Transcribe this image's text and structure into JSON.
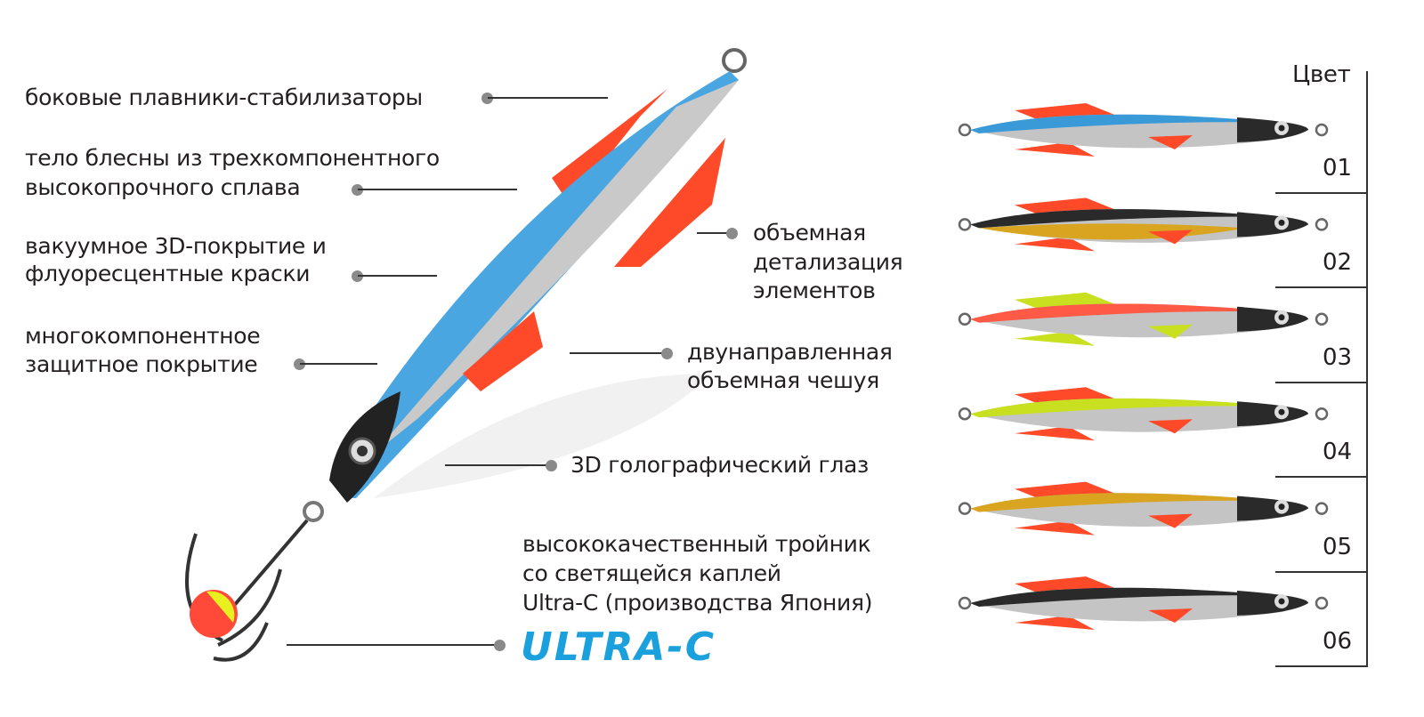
{
  "features": {
    "fins": "боковые плавники-стабилизаторы",
    "body_l1": "тело блесны из трехкомпонентного",
    "body_l2": "высокопрочного сплава",
    "coating_l1": "вакуумное 3D-покрытие и",
    "coating_l2": "флуоресцентные краски",
    "protect_l1": "многокомпонентное",
    "protect_l2": "защитное покрытие",
    "detail_l1": "объемная",
    "detail_l2": "детализация",
    "detail_l3": "элементов",
    "scale_l1": "двунаправленная",
    "scale_l2": "объемная чешуя",
    "eye": "3D голографический глаз",
    "hook_l1": "высококачественный тройник",
    "hook_l2": "со светящейся каплей",
    "hook_l3": "Ultra-C (производства Япония)"
  },
  "logo": "ULTRA-C",
  "colors_panel": {
    "title": "Цвет",
    "items": [
      {
        "code": "01",
        "back": "#3a9ad8",
        "fin": "#ff4a2a"
      },
      {
        "code": "02",
        "back": "#2a2a2a",
        "fin": "#ff4a2a",
        "belly": "#d9a520"
      },
      {
        "code": "03",
        "back": "#ff5a45",
        "fin": "#c8e020"
      },
      {
        "code": "04",
        "back": "#c8e020",
        "fin": "#ff4a2a"
      },
      {
        "code": "05",
        "back": "#d9a520",
        "fin": "#ff4a2a"
      },
      {
        "code": "06",
        "back": "#2a2a2a",
        "fin": "#ff4a2a"
      }
    ]
  },
  "accent": "#1aa0dc"
}
